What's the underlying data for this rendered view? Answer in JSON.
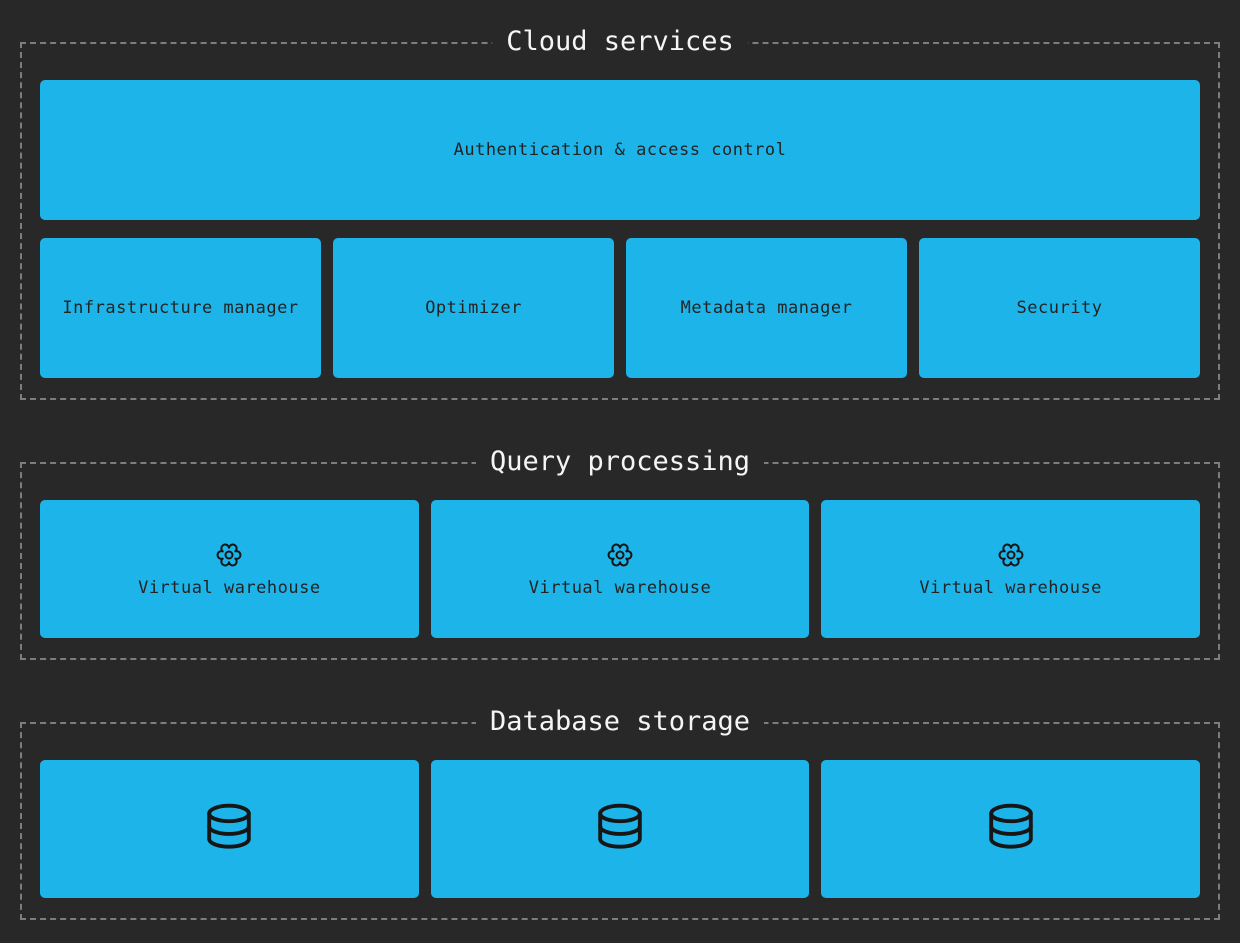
{
  "colors": {
    "background": "#282828",
    "box_fill": "#1db5e9",
    "box_text": "#232323",
    "section_title_text": "#f5f5f5",
    "section_border": "#7d7d7d",
    "icon_stroke": "#161616"
  },
  "sections": [
    {
      "title": "Cloud services",
      "wide_box": {
        "label": "Authentication & access control"
      },
      "boxes": [
        {
          "label": "Infrastructure manager"
        },
        {
          "label": "Optimizer"
        },
        {
          "label": "Metadata manager"
        },
        {
          "label": "Security"
        }
      ]
    },
    {
      "title": "Query processing",
      "boxes": [
        {
          "icon": "gear-icon",
          "label": "Virtual warehouse"
        },
        {
          "icon": "gear-icon",
          "label": "Virtual warehouse"
        },
        {
          "icon": "gear-icon",
          "label": "Virtual warehouse"
        }
      ]
    },
    {
      "title": "Database storage",
      "boxes": [
        {
          "icon": "database-icon"
        },
        {
          "icon": "database-icon"
        },
        {
          "icon": "database-icon"
        }
      ]
    }
  ]
}
